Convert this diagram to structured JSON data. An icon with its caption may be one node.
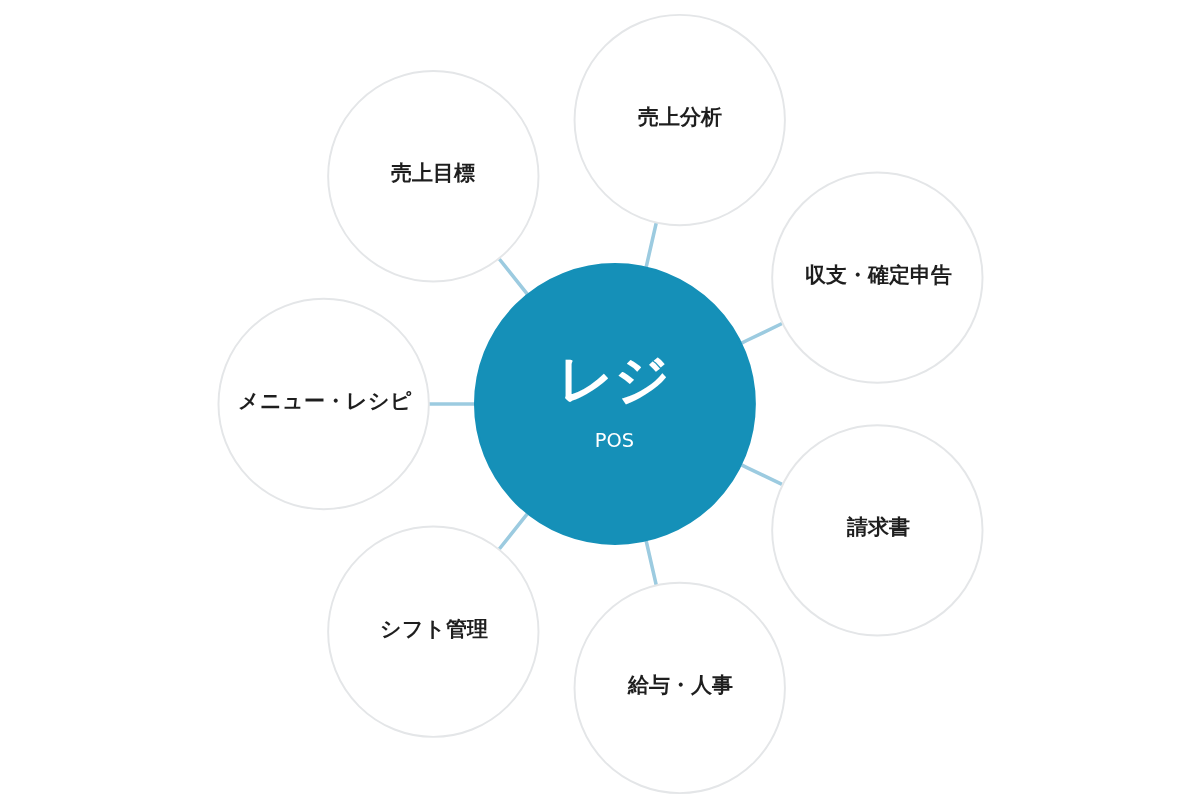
{
  "diagram": {
    "nodes": [
      {
        "text": [
          "売上分析"
        ]
      },
      {
        "text": [
          "売上目標"
        ]
      },
      {
        "text": [
          "収支・確定申告"
        ]
      },
      {
        "text": [
          "レジ",
          "POS"
        ]
      },
      {
        "text": [
          "メニュー・レシピ"
        ]
      },
      {
        "text": [
          "請求書"
        ]
      },
      {
        "text": [
          "シフト管理"
        ]
      },
      {
        "text": [
          "給与・人事"
        ]
      }
    ],
    "edges": [
      {
        "from": 3,
        "to": 0,
        "arrow": "none"
      },
      {
        "from": 3,
        "to": 2,
        "arrow": "none"
      },
      {
        "from": 3,
        "to": 5,
        "arrow": "none"
      },
      {
        "from": 3,
        "to": 7,
        "arrow": "none"
      },
      {
        "from": 3,
        "to": 6,
        "arrow": "none"
      },
      {
        "from": 3,
        "to": 4,
        "arrow": "none"
      },
      {
        "from": 3,
        "to": 1,
        "arrow": "none"
      }
    ]
  }
}
